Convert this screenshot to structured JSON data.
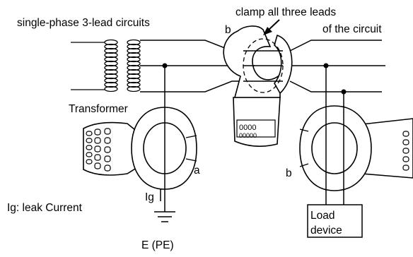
{
  "labels": {
    "circuit_title": "single-phase 3-lead circuits",
    "clamp_note_line1": "clamp all three leads",
    "clamp_note_line2": "of the circuit",
    "clamp_b_top": "b",
    "transformer": "Transformer",
    "clamp_a": "a",
    "clamp_b_right": "b",
    "ig": "Ig",
    "ig_legend": "Ig: leak Current",
    "load_line1": "Load",
    "load_line2": "device",
    "earth": "E (PE)"
  },
  "colors": {
    "ink": "#000000",
    "paper": "#ffffff"
  }
}
